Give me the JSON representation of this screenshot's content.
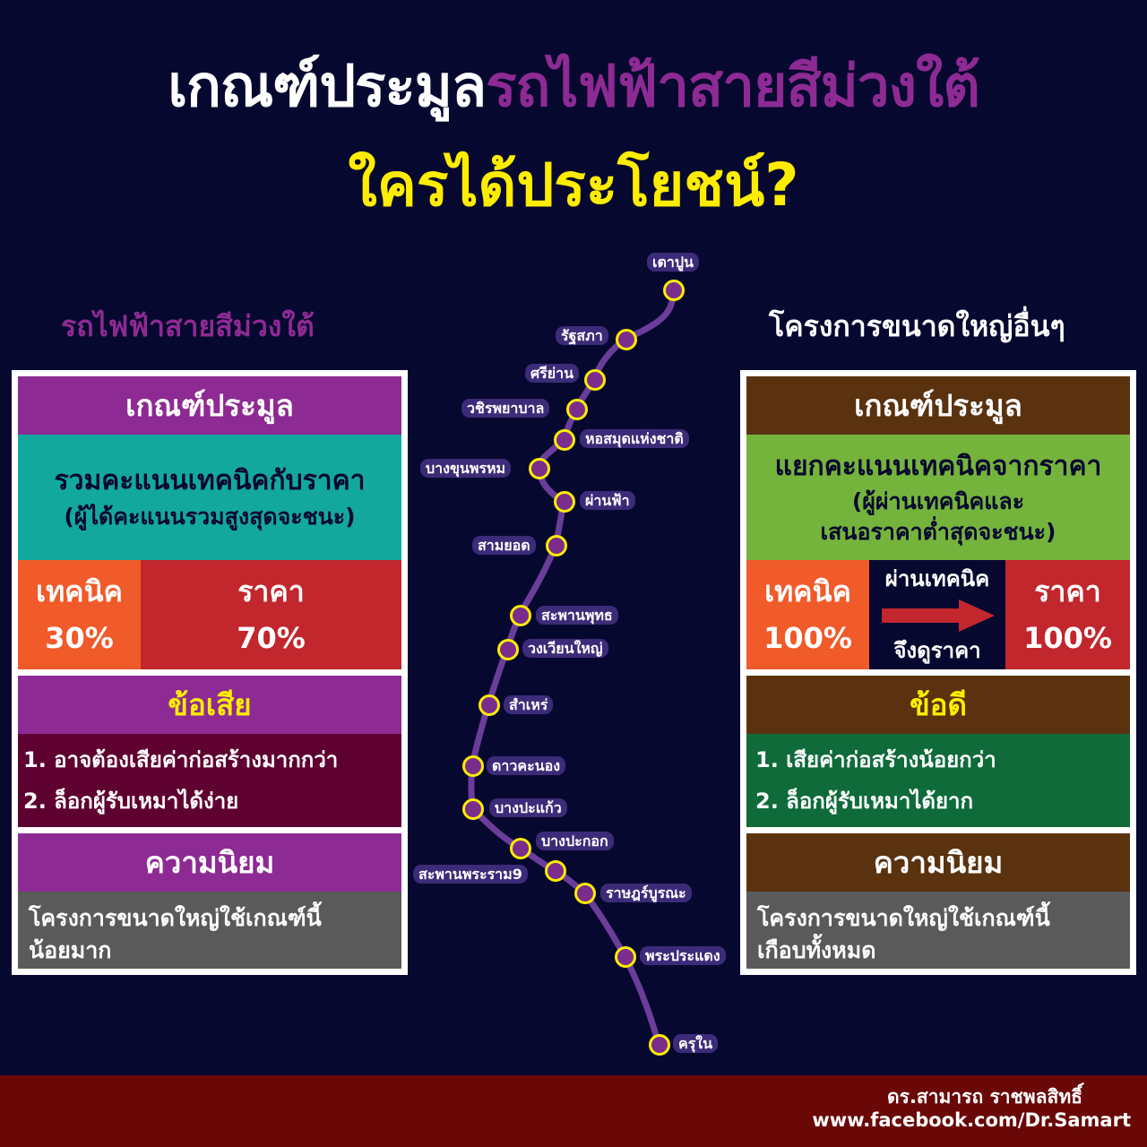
{
  "title": {
    "part1": "เกณฑ์ประมูล",
    "part2": "รถไฟฟ้าสายสีม่วงใต้",
    "line2": "ใครได้ประโยชน์?"
  },
  "left": {
    "heading": "รถไฟฟ้าสายสีม่วงใต้",
    "criteria_header": "เกณฑ์ประมูล",
    "criteria_main": "รวมคะแนนเทคนิคกับราคา",
    "criteria_sub": "(ผู้ได้คะแนนรวมสูงสุดจะชนะ)",
    "tech_label": "เทคนิค",
    "tech_pct": "30%",
    "price_label": "ราคา",
    "price_pct": "70%",
    "proscons_header": "ข้อเสีย",
    "items": [
      "1. อาจต้องเสียค่าก่อสร้างมากกว่า",
      "2. ล็อกผู้รับเหมาได้ง่าย"
    ],
    "pop_header": "ความนิยม",
    "pop_text_1": "โครงการขนาดใหญ่ใช้เกณฑ์นี้",
    "pop_text_2": "น้อยมาก"
  },
  "right": {
    "heading": "โครงการขนาดใหญ่อื่นๆ",
    "criteria_header": "เกณฑ์ประมูล",
    "criteria_main": "แยกคะแนนเทคนิคจากราคา",
    "criteria_sub1": "(ผู้ผ่านเทคนิคและ",
    "criteria_sub2": "เสนอราคาต่ำสุดจะชนะ)",
    "tech_label": "เทคนิค",
    "tech_pct": "100%",
    "mid_top": "ผ่านเทคนิค",
    "mid_bottom": "จึงดูราคา",
    "price_label": "ราคา",
    "price_pct": "100%",
    "proscons_header": "ข้อดี",
    "items": [
      "1. เสียค่าก่อสร้างน้อยกว่า",
      "2. ล็อกผู้รับเหมาได้ยาก"
    ],
    "pop_header": "ความนิยม",
    "pop_text_1": "โครงการขนาดใหญ่ใช้เกณฑ์นี้",
    "pop_text_2": "เกือบทั้งหมด"
  },
  "stations": [
    "เตาปูน",
    "รัฐสภา",
    "ศรีย่าน",
    "วชิรพยาบาล",
    "หอสมุดแห่งชาติ",
    "บางขุนพรหม",
    "ผ่านฟ้า",
    "สามยอด",
    "สะพานพุทธ",
    "วงเวียนใหญ่",
    "สำเหร่",
    "ดาวคะนอง",
    "บางปะแก้ว",
    "บางปะกอก",
    "สะพานพระราม9",
    "ราษฎร์บูรณะ",
    "พระประแดง",
    "ครุใน"
  ],
  "footer": {
    "author": "ดร.สามารถ ราชพลสิทธิ์",
    "url": "www.facebook.com/Dr.Samart"
  },
  "colors": {
    "background": "#07082f",
    "purple": "#8e2a93",
    "teal": "#13a89e",
    "orange": "#f15a29",
    "red": "#c1272d",
    "brown": "#5a3210",
    "green_light": "#75b43c",
    "green_dark": "#0f6b3a",
    "maroon": "#5e0030",
    "gray": "#5a5a5a",
    "yellow": "#ffed00",
    "footer": "#6a0808"
  }
}
